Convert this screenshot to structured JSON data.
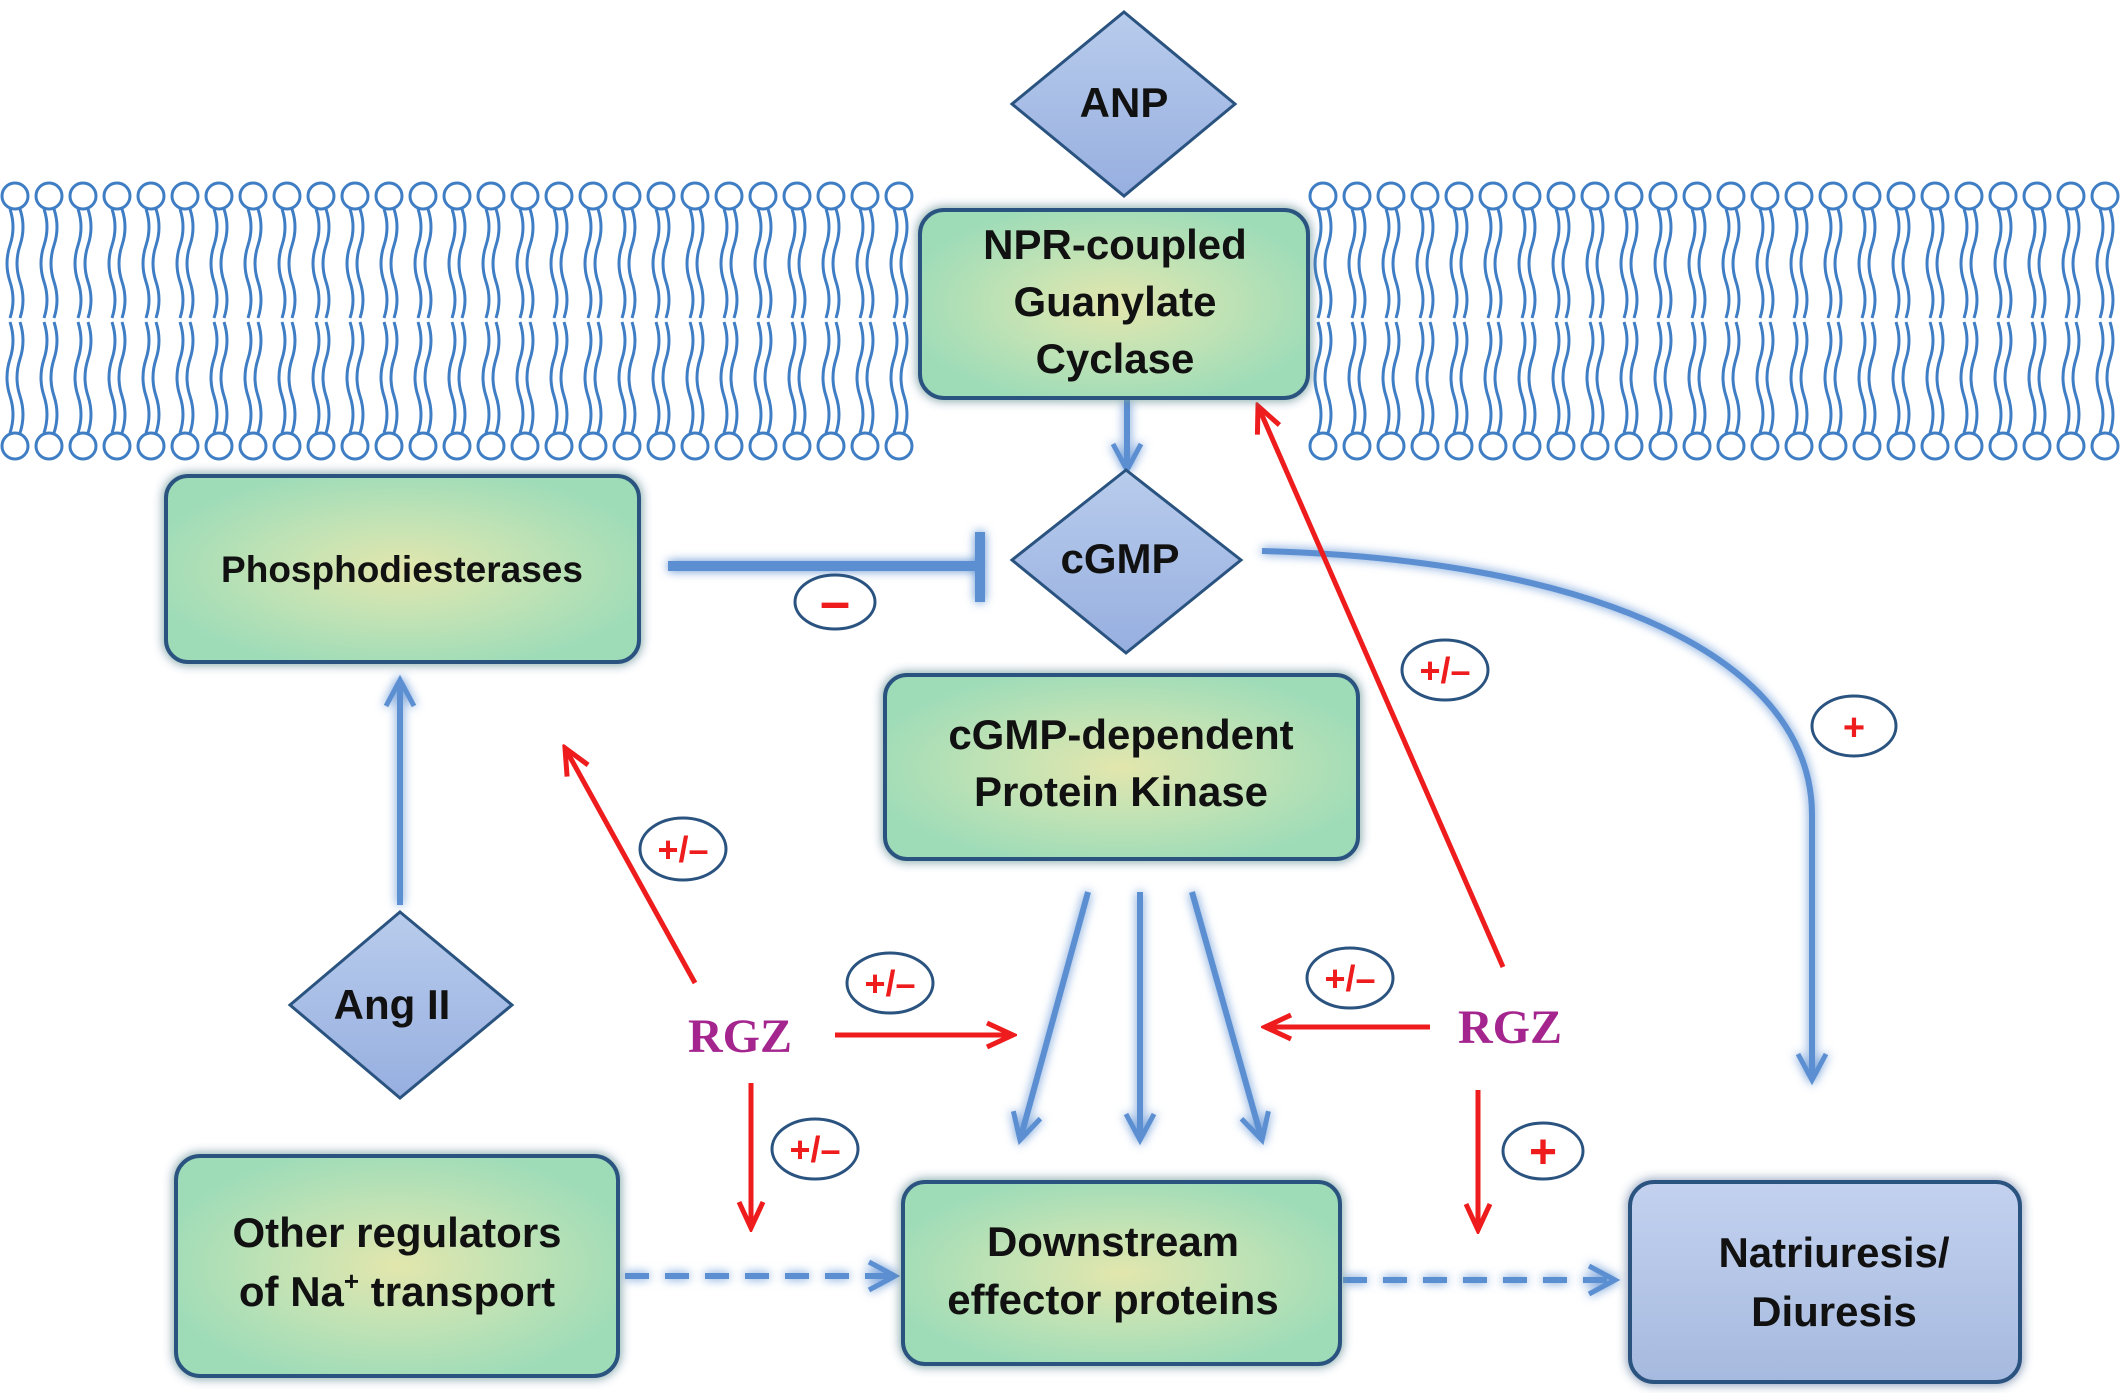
{
  "colors": {
    "membrane": "#3f7ec4",
    "blue_arrow": "#5b8fd2",
    "red_arrow": "#ee1c1c",
    "rgz": "#a4258e",
    "box_green": "#a9e0bd",
    "box_center": "#dfe6ae",
    "box_border": "#2a5380",
    "diamond_fill": "#a8bfe6",
    "natriuresis_fill": "#b5c6ea"
  },
  "nodes": {
    "anp": "ANP",
    "npr": [
      "NPR-coupled",
      "Guanylate",
      "Cyclase"
    ],
    "cgmp": "cGMP",
    "phosphodiesterases": "Phosphodiesterases",
    "pkg": [
      "cGMP-dependent",
      "Protein Kinase"
    ],
    "ang2": "Ang II",
    "other_regulators": {
      "line1": "Other regulators",
      "line2_prefix": "of Na",
      "line2_sup": "+",
      "line2_suffix": " transport"
    },
    "downstream": [
      "Downstream",
      "effector proteins"
    ],
    "natriuresis": [
      "Natriuresis/",
      "Diuresis"
    ],
    "rgz_left": "RGZ",
    "rgz_right": "RGZ"
  },
  "signs": {
    "pde_inhibition": "–",
    "rgz_to_npr": "+/–",
    "cgmp_to_natriuresis": "+",
    "rgz_left_to_pde": "+/–",
    "rgz_left_to_effectors": "+/–",
    "rgz_right_to_effectors": "+/–",
    "rgz_left_down": "+/–",
    "rgz_right_down": "+"
  }
}
